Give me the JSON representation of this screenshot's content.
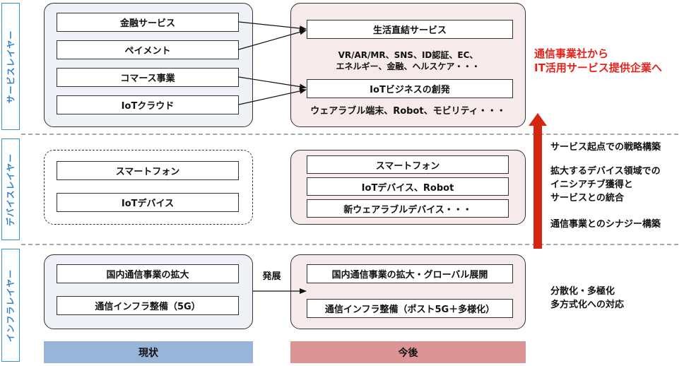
{
  "layers": {
    "service": "サービスレイヤー",
    "device": "デバイスレイヤー",
    "infra": "インフラレイヤー"
  },
  "current": {
    "service_items": [
      "金融サービス",
      "ペイメント",
      "コマース事業",
      "IoTクラウド"
    ],
    "device_items": [
      "スマートフォン",
      "IoTデバイス"
    ],
    "infra_items": [
      "国内通信事業の拡大",
      "通信インフラ整備（5G）"
    ],
    "footer": "現状"
  },
  "future": {
    "service_box1": "生活直結サービス",
    "service_note1_line1": "VR/AR/MR、SNS、ID認証、EC、",
    "service_note1_line2": "エネルギー、金融、ヘルスケア・・・",
    "service_box2": "IoTビジネスの創発",
    "service_note2": "ウェアラブル端末、Robot、モビリティ・・・",
    "device_items": [
      "スマートフォン",
      "IoTデバイス、Robot",
      "新ウェアラブルデバイス・・・"
    ],
    "infra_items": [
      "国内通信事業の拡大・グローバル展開",
      "通信インフラ整備（ポスト5G＋多様化）"
    ],
    "footer": "今後"
  },
  "arrow_label": "発展",
  "callout": {
    "line1": "通信事業社から",
    "line2": "IT活用サービス提供企業へ"
  },
  "side_notes": {
    "strategy": "サービス起点での戦略構築",
    "device_line1": "拡大するデバイス領域での",
    "device_line2": "イニシアチブ獲得と",
    "device_line3": "サービスとの統合",
    "synergy": "通信事業とのシナジー構築",
    "infra_line1": "分散化・多極化",
    "infra_line2": "多方式化への対応"
  },
  "colors": {
    "layer_label_border": "#3a8fd6",
    "current_panel_bg": "#eef2f6",
    "future_panel_bg": "#f6eaea",
    "current_footer": "#98b4d8",
    "future_footer": "#dc9494",
    "accent_red": "#e8201a",
    "up_arrow": "#d3280f"
  }
}
